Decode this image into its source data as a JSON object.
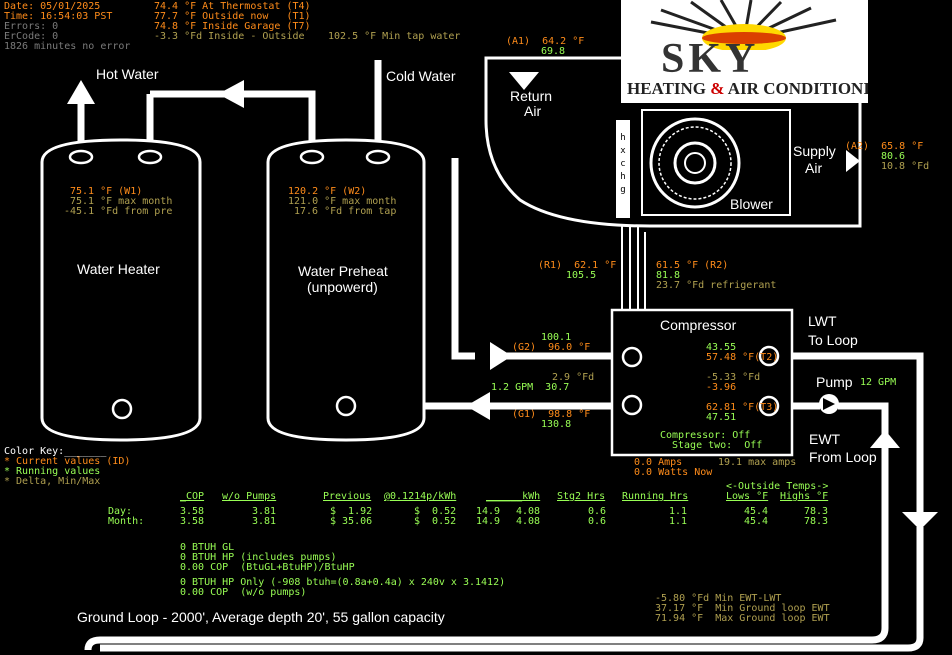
{
  "status": {
    "date": "Date: 05/01/2025",
    "time": "Time: 16:54:03 PST",
    "errors": "Errors: 0",
    "errcode": "ErCode: 0",
    "minutes": "1826 minutes no error"
  },
  "temps_top": {
    "t4": "74.4 °F At Thermostat (T4)",
    "t1": "77.7 °F Outside now   (T1)",
    "t7": "74.8 °F Inside Garage (T7)",
    "delta": "-3.3 °Fd Inside - Outside",
    "min_tap": "102.5 °F Min tap water"
  },
  "labels": {
    "hot_water": "Hot Water",
    "cold_water": "Cold Water",
    "return_air_1": "Return",
    "return_air_2": "Air",
    "supply_air_1": "Supply",
    "supply_air_2": "Air",
    "blower": "Blower",
    "water_heater": "Water Heater",
    "water_preheat_1": "Water Preheat",
    "water_preheat_2": "(unpowerd)",
    "compressor": "Compressor",
    "lwt_1": "LWT",
    "lwt_2": "To Loop",
    "pump": "Pump",
    "ewt_1": "EWT",
    "ewt_2": "From Loop",
    "hxchg": "hxchg",
    "ground_loop": "Ground Loop - 2000', Average depth 20', 55 gallon capacity"
  },
  "logo": {
    "name": "SKY",
    "sub_a": "HEATING ",
    "amp": "&",
    "sub_b": " AIR CONDITIONING"
  },
  "return_air": {
    "a1": "(A1)  64.2 °F",
    "a1_run": "69.8"
  },
  "supply_air": {
    "a2": "(A2)  65.8 °F",
    "a2_run": "80.6",
    "a2_delta": "10.8 °Fd"
  },
  "water_heater": {
    "w1": "75.1 °F (W1)",
    "w1_max": "75.1 °F max month",
    "w1_delta": "-45.1 °Fd from pre"
  },
  "preheat": {
    "w2": "120.2 °F (W2)",
    "w2_max": "121.0 °F max month",
    "w2_delta": "17.6 °Fd from tap"
  },
  "refrigerant": {
    "r1": "(R1)  62.1 °F",
    "r1_run": "105.5",
    "r2": "61.5 °F (R2)",
    "r2_run": "81.8",
    "r_delta": "23.7 °Fd refrigerant"
  },
  "compressor": {
    "g2_run": "100.1",
    "g2": "(G2)  96.0 °F",
    "gd": "2.9 °Fd",
    "flow": "1.2 GPM  30.7",
    "g1": "(G1)  98.8 °F",
    "g1_run": "130.8",
    "t2_run": "43.55",
    "t2": "57.48 °F(T2)",
    "td": "-5.33 °Fd",
    "td_run": "-3.96",
    "t3": "62.81 °F(T3)",
    "t3_run": "47.51",
    "status1": "Compressor: Off",
    "status2": "Stage two:  Off",
    "amps": "0.0 Amps",
    "max_amps": "19.1 max amps",
    "watts": "0.0 Watts Now",
    "pump_gpm": "12 GPM"
  },
  "color_key": {
    "title": "Color Key:_______",
    "current": "* Current values (ID)",
    "running": "* Running values",
    "delta": "* Delta, Min/Max"
  },
  "table": {
    "headers": {
      "cop": "_COP",
      "wo_pumps": "w/o Pumps",
      "previous": "Previous",
      "rate": "@0.1214p/kWh",
      "kwh": "______kWh",
      "stg2": "Stg2 Hrs",
      "running": "Running Hrs",
      "outside": "<-Outside Temps->",
      "lows": "Lows °F",
      "highs": "Highs °F"
    },
    "rows": [
      {
        "label": "Day:",
        "cop": "3.58",
        "wo": "3.81",
        "prev": "$  1.92",
        "rate": "$  0.52",
        "kwh1": "14.9",
        "kwh2": "4.08",
        "stg2": "0.6",
        "run": "1.1",
        "low": "45.4",
        "high": "78.3"
      },
      {
        "label": "Month:",
        "cop": "3.58",
        "wo": "3.81",
        "prev": "$ 35.06",
        "rate": "$  0.52",
        "kwh1": "14.9",
        "kwh2": "4.08",
        "stg2": "0.6",
        "run": "1.1",
        "low": "45.4",
        "high": "78.3"
      }
    ]
  },
  "btuh": {
    "l1": "0 BTUH GL",
    "l2": "0 BTUH HP (includes pumps)",
    "l3": "0.00 COP  (BtuGL+BtuHP)/BtuHP",
    "l4": "0 BTUH HP Only (-908 btuh=(0.8a+0.4a) x 240v x 3.1412)",
    "l5": "0.00 COP  (w/o pumps)"
  },
  "loop_stats": {
    "l1": "-5.80 °Fd Min EWT-LWT",
    "l2": "37.17 °F  Min Ground loop EWT",
    "l3": "71.94 °F  Max Ground loop EWT"
  }
}
